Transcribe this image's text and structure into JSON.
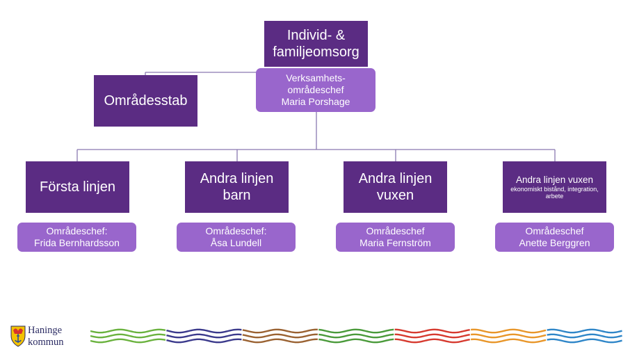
{
  "top": {
    "title": "Individ- & familjeomsorg",
    "head_line1": "Verksamhets-",
    "head_line2": "områdeschef",
    "head_name": "Maria Porshage"
  },
  "staff": {
    "label": "Områdesstab"
  },
  "units": [
    {
      "title": "Första linjen",
      "sub": "",
      "chief_title": "Områdeschef:",
      "chief_name": "Frida Bernhardsson"
    },
    {
      "title": "Andra linjen barn",
      "sub": "",
      "chief_title": "Områdeschef:",
      "chief_name": "Åsa Lundell"
    },
    {
      "title": "Andra linjen vuxen",
      "sub": "",
      "chief_title": "Områdeschef",
      "chief_name": "Maria Fernström"
    },
    {
      "title": "Andra linjen vuxen",
      "sub": "ekonomiskt bistånd, integration, arbete",
      "chief_title": "Områdeschef",
      "chief_name": "Anette Berggren"
    }
  ],
  "logo": {
    "line1": "Haninge",
    "line2": "kommun"
  },
  "colors": {
    "dark_box": "#5b2c83",
    "light_box": "#9966cc",
    "connector": "#8a78b0",
    "waves": [
      "#6ab23e",
      "#3b3a8c",
      "#9a6232",
      "#4a9a3a",
      "#d63a2f",
      "#e8962a",
      "#2f86c8"
    ]
  }
}
